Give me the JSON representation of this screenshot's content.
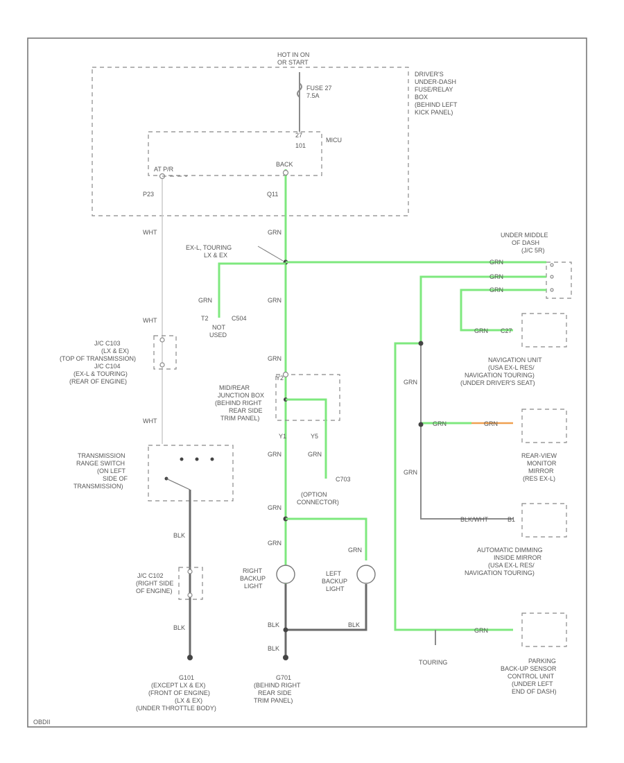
{
  "labels": {
    "hot_in_on": [
      "HOT IN ON",
      "OR START"
    ],
    "fuse_box": [
      "DRIVER'S",
      "UNDER-DASH",
      "FUSE/RELAY",
      "BOX",
      "(BEHIND LEFT",
      "KICK PANEL)"
    ],
    "fuse": [
      "FUSE 27",
      "7.5A"
    ],
    "mcu": "MICU",
    "pin_27": "27",
    "pin_101": "101",
    "back": "BACK",
    "atpr": "AT P/R",
    "p23": "P23",
    "q11": "Q11",
    "wht": "WHT",
    "grn": "GRN",
    "blk": "BLK",
    "blk_wht": "BLK/WHT",
    "exl_touring": [
      "EX-L, TOURING",
      "LX & EX"
    ],
    "not_used": [
      "T2",
      "C504",
      "NOT",
      "USED"
    ],
    "jc_top_trans": [
      "J/C C103",
      "(LX & EX)",
      "(TOP OF TRANSMISSION)",
      "J/C C104",
      "(EX-L & TOURING)",
      "(REAR OF ENGINE)"
    ],
    "trans_switch": [
      "TRANSMISSION",
      "RANGE SWITCH",
      "(ON LEFT",
      "SIDE OF",
      "TRANSMISSION)"
    ],
    "jc_c102": [
      "J/C C102",
      "(RIGHT SIDE",
      "OF ENGINE)"
    ],
    "g101": [
      "G101",
      "(EXCEPT LX & EX)",
      "(FRONT OF ENGINE)",
      "(LX & EX)",
      "(UNDER THROTTLE BODY)"
    ],
    "mid_rear_box": [
      "MID/REAR",
      "JUNCTION BOX",
      "(BEHIND RIGHT",
      "REAR SIDE",
      "TRIM PANEL)"
    ],
    "pins_mid": [
      "Y1",
      "Y5",
      "Y2"
    ],
    "option_connector": [
      "C703",
      "(OPTION",
      "CONNECTOR)"
    ],
    "right_backup": [
      "RIGHT",
      "BACKUP",
      "LIGHT"
    ],
    "left_backup": [
      "LEFT",
      "BACKUP",
      "LIGHT"
    ],
    "g701": [
      "G701",
      "(BEHIND RIGHT",
      "REAR SIDE",
      "TRIM PANEL)"
    ],
    "under_middle": [
      "UNDER MIDDLE",
      "OF DASH",
      "(J/C 5R)"
    ],
    "nav_unit": [
      "NAVIGATION UNIT",
      "(USA EX-L RES/",
      "NAVIGATION TOURING)",
      "(UNDER DRIVER'S SEAT)"
    ],
    "rear_view_mirror": [
      "REAR-VIEW",
      "MONITOR",
      "MIRROR",
      "(RES EX-L)"
    ],
    "auto_dimming": [
      "AUTOMATIC DIMMING",
      "INSIDE MIRROR",
      "(USA EX-L RES/",
      "NAVIGATION TOURING)"
    ],
    "parking_sensor": [
      "PARKING",
      "BACK-UP SENSOR",
      "CONTROL UNIT",
      "(UNDER LEFT",
      "END OF DASH)"
    ],
    "touring": "TOURING",
    "pin_c27": "C27",
    "pin_b1": "B1",
    "footer": "OBDII"
  }
}
